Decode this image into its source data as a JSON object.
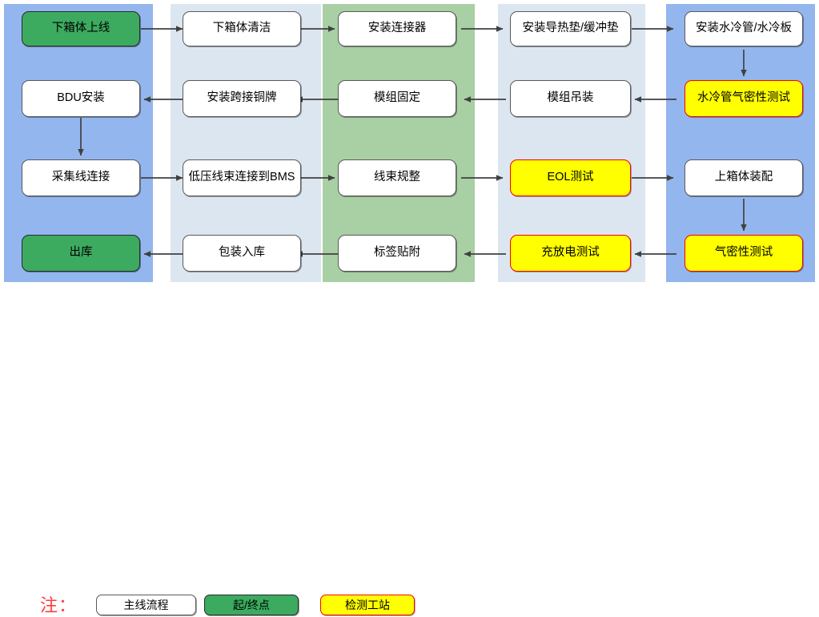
{
  "diagram": {
    "title_hidden": "",
    "lanes": [
      {
        "name": "lane-1",
        "color": "#93b6ee"
      },
      {
        "name": "lane-2",
        "color": "#dce6f1"
      },
      {
        "name": "lane-3",
        "color": "#a9cfa4"
      },
      {
        "name": "lane-4",
        "color": "#dce6f1"
      },
      {
        "name": "lane-5",
        "color": "#93b6ee"
      }
    ],
    "node_types": {
      "process": {
        "label": "主线流程",
        "fill": "#ffffff",
        "stroke": "#5a5a5a"
      },
      "terminal": {
        "label": "起/终点",
        "fill": "#3cab5f",
        "stroke": "#2a2a2a"
      },
      "test": {
        "label": "检测工站",
        "fill": "#ffff00",
        "stroke": "#ff0000"
      }
    },
    "nodes": [
      {
        "id": "n1",
        "label": "下箱体上线",
        "type": "terminal",
        "row": 1,
        "col": 1
      },
      {
        "id": "n2",
        "label": "下箱体清洁",
        "type": "process",
        "row": 1,
        "col": 2
      },
      {
        "id": "n3",
        "label": "安装连接器",
        "type": "process",
        "row": 1,
        "col": 3
      },
      {
        "id": "n4",
        "label": "安装导热垫/缓冲垫",
        "type": "process",
        "row": 1,
        "col": 4
      },
      {
        "id": "n5",
        "label": "安装水冷管/水冷板",
        "type": "process",
        "row": 1,
        "col": 5
      },
      {
        "id": "n6",
        "label": "水冷管气密性测试",
        "type": "test",
        "row": 2,
        "col": 5
      },
      {
        "id": "n7",
        "label": "模组吊装",
        "type": "process",
        "row": 2,
        "col": 4
      },
      {
        "id": "n8",
        "label": "模组固定",
        "type": "process",
        "row": 2,
        "col": 3
      },
      {
        "id": "n9",
        "label": "安装跨接铜牌",
        "type": "process",
        "row": 2,
        "col": 2
      },
      {
        "id": "n10",
        "label": "BDU安装",
        "type": "process",
        "row": 2,
        "col": 1
      },
      {
        "id": "n11",
        "label": "采集线连接",
        "type": "process",
        "row": 3,
        "col": 1
      },
      {
        "id": "n12",
        "label": "低压线束连接到BMS",
        "type": "process",
        "row": 3,
        "col": 2
      },
      {
        "id": "n13",
        "label": "线束规整",
        "type": "process",
        "row": 3,
        "col": 3
      },
      {
        "id": "n14",
        "label": "EOL测试",
        "type": "test",
        "row": 3,
        "col": 4
      },
      {
        "id": "n15",
        "label": "上箱体装配",
        "type": "process",
        "row": 3,
        "col": 5
      },
      {
        "id": "n16",
        "label": "气密性测试",
        "type": "test",
        "row": 4,
        "col": 5
      },
      {
        "id": "n17",
        "label": "充放电测试",
        "type": "test",
        "row": 4,
        "col": 4
      },
      {
        "id": "n18",
        "label": "标签贴附",
        "type": "process",
        "row": 4,
        "col": 3
      },
      {
        "id": "n19",
        "label": "包装入库",
        "type": "process",
        "row": 4,
        "col": 2
      },
      {
        "id": "n20",
        "label": "出库",
        "type": "terminal",
        "row": 4,
        "col": 1
      }
    ],
    "edges": [
      {
        "from": "n1",
        "to": "n2",
        "dir": "right"
      },
      {
        "from": "n2",
        "to": "n3",
        "dir": "right"
      },
      {
        "from": "n3",
        "to": "n4",
        "dir": "right"
      },
      {
        "from": "n4",
        "to": "n5",
        "dir": "right"
      },
      {
        "from": "n5",
        "to": "n6",
        "dir": "down"
      },
      {
        "from": "n6",
        "to": "n7",
        "dir": "left"
      },
      {
        "from": "n7",
        "to": "n8",
        "dir": "left"
      },
      {
        "from": "n8",
        "to": "n9",
        "dir": "left"
      },
      {
        "from": "n9",
        "to": "n10",
        "dir": "left"
      },
      {
        "from": "n10",
        "to": "n11",
        "dir": "down"
      },
      {
        "from": "n11",
        "to": "n12",
        "dir": "right"
      },
      {
        "from": "n12",
        "to": "n13",
        "dir": "right"
      },
      {
        "from": "n13",
        "to": "n14",
        "dir": "right"
      },
      {
        "from": "n14",
        "to": "n15",
        "dir": "right"
      },
      {
        "from": "n15",
        "to": "n16",
        "dir": "down"
      },
      {
        "from": "n16",
        "to": "n17",
        "dir": "left"
      },
      {
        "from": "n17",
        "to": "n18",
        "dir": "left"
      },
      {
        "from": "n18",
        "to": "n19",
        "dir": "left"
      },
      {
        "from": "n19",
        "to": "n20",
        "dir": "left"
      }
    ]
  },
  "legend": {
    "label": "注：",
    "items": [
      {
        "label": "主线流程",
        "type": "process"
      },
      {
        "label": "起/终点",
        "type": "terminal"
      },
      {
        "label": "检测工站",
        "type": "test"
      }
    ]
  }
}
